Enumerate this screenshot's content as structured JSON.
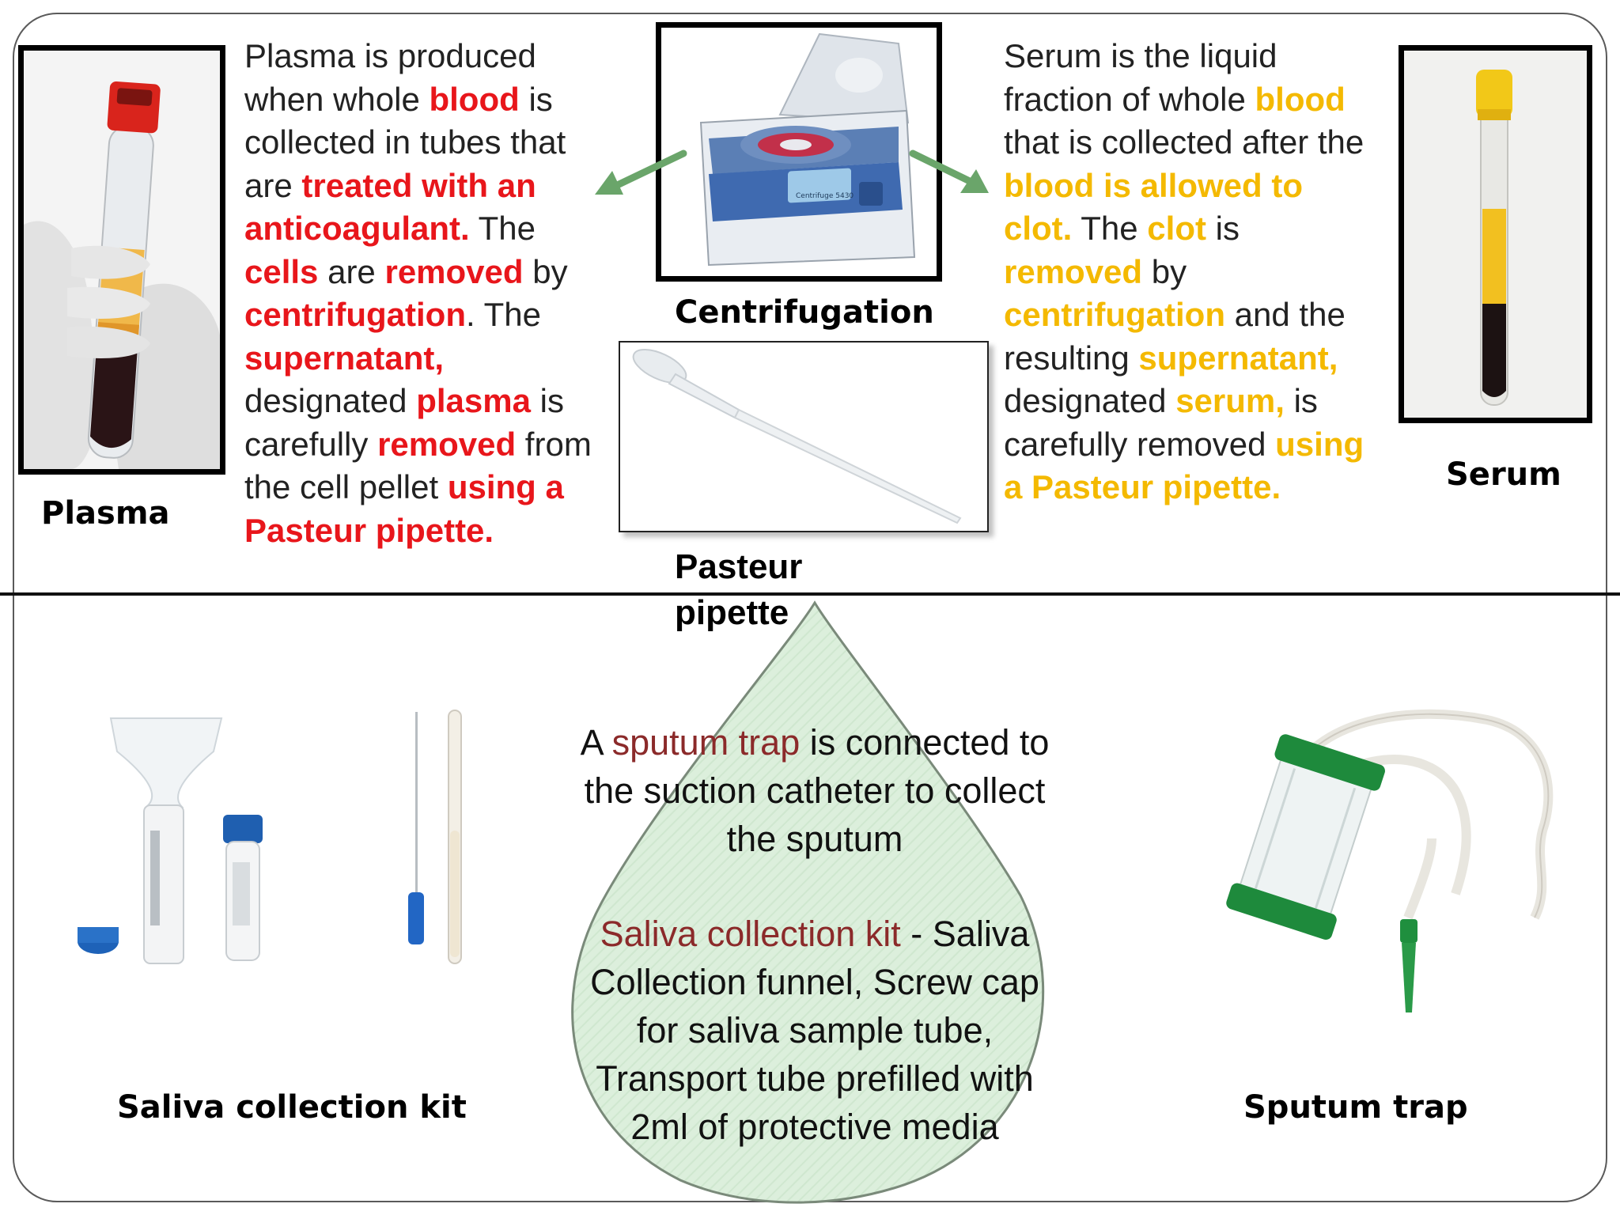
{
  "plasma": {
    "caption": "Plasma",
    "lines": [
      [
        {
          "t": "Plasma is produced"
        }
      ],
      [
        {
          "t": "when whole "
        },
        {
          "t": "blood",
          "c": "red"
        },
        {
          "t": " is"
        }
      ],
      [
        {
          "t": "collected in tubes that"
        }
      ],
      [
        {
          "t": "are "
        },
        {
          "t": "treated with an",
          "c": "red"
        }
      ],
      [
        {
          "t": "anticoagulant.",
          "c": "red"
        },
        {
          "t": " The"
        }
      ],
      [
        {
          "t": "cells",
          "c": "red"
        },
        {
          "t": " are "
        },
        {
          "t": "removed",
          "c": "red"
        },
        {
          "t": " by"
        }
      ],
      [
        {
          "t": "centrifugation",
          "c": "red"
        },
        {
          "t": ". The"
        }
      ],
      [
        {
          "t": "supernatant,",
          "c": "red"
        }
      ],
      [
        {
          "t": "designated "
        },
        {
          "t": "plasma",
          "c": "red"
        },
        {
          "t": " is"
        }
      ],
      [
        {
          "t": "carefully "
        },
        {
          "t": "removed",
          "c": "red"
        },
        {
          "t": " from"
        }
      ],
      [
        {
          "t": "the cell pellet "
        },
        {
          "t": "using a",
          "c": "red"
        }
      ],
      [
        {
          "t": "Pasteur pipette.",
          "c": "red"
        }
      ]
    ]
  },
  "serum": {
    "caption": "Serum",
    "lines": [
      [
        {
          "t": "Serum is the liquid"
        }
      ],
      [
        {
          "t": "fraction of whole "
        },
        {
          "t": "blood",
          "c": "yel"
        }
      ],
      [
        {
          "t": "that is collected after the"
        }
      ],
      [
        {
          "t": "blood is allowed to",
          "c": "yel"
        }
      ],
      [
        {
          "t": "clot.",
          "c": "yel"
        },
        {
          "t": " The "
        },
        {
          "t": "clot",
          "c": "yel"
        },
        {
          "t": " is"
        }
      ],
      [
        {
          "t": "removed",
          "c": "yel"
        },
        {
          "t": " by"
        }
      ],
      [
        {
          "t": "centrifugation",
          "c": "yel"
        },
        {
          "t": " and the"
        }
      ],
      [
        {
          "t": "resulting "
        },
        {
          "t": "supernatant,",
          "c": "yel"
        }
      ],
      [
        {
          "t": "designated "
        },
        {
          "t": "serum,",
          "c": "yel"
        },
        {
          "t": " is"
        }
      ],
      [
        {
          "t": "carefully removed "
        },
        {
          "t": "using",
          "c": "yel"
        }
      ],
      [
        {
          "t": "a Pasteur pipette.",
          "c": "yel"
        }
      ]
    ]
  },
  "centrifuge": {
    "caption": "Centrifugation",
    "screen_text": "Centrifuge 5430"
  },
  "pipette": {
    "caption_line1": "Pasteur",
    "caption_line2": "pipette"
  },
  "saliva": {
    "caption": "Saliva collection kit"
  },
  "sputum": {
    "caption": "Sputum trap"
  },
  "drop": {
    "p1": [
      {
        "t": "A "
      },
      {
        "t": "sputum trap",
        "c": "hl"
      },
      {
        "t": " is connected to the suction catheter to collect the sputum"
      }
    ],
    "p2": [
      {
        "t": "Saliva collection kit",
        "c": "hl"
      },
      {
        "t": " - Saliva Collection funnel, Screw cap for saliva sample tube, Transport tube prefilled with 2ml of protective media"
      }
    ]
  },
  "colors": {
    "red": "#e8161b",
    "yellow": "#f4b900",
    "highlight": "#8b2a2a",
    "drop_fill": "#dcefdc",
    "arrow": "#6aa56a"
  }
}
